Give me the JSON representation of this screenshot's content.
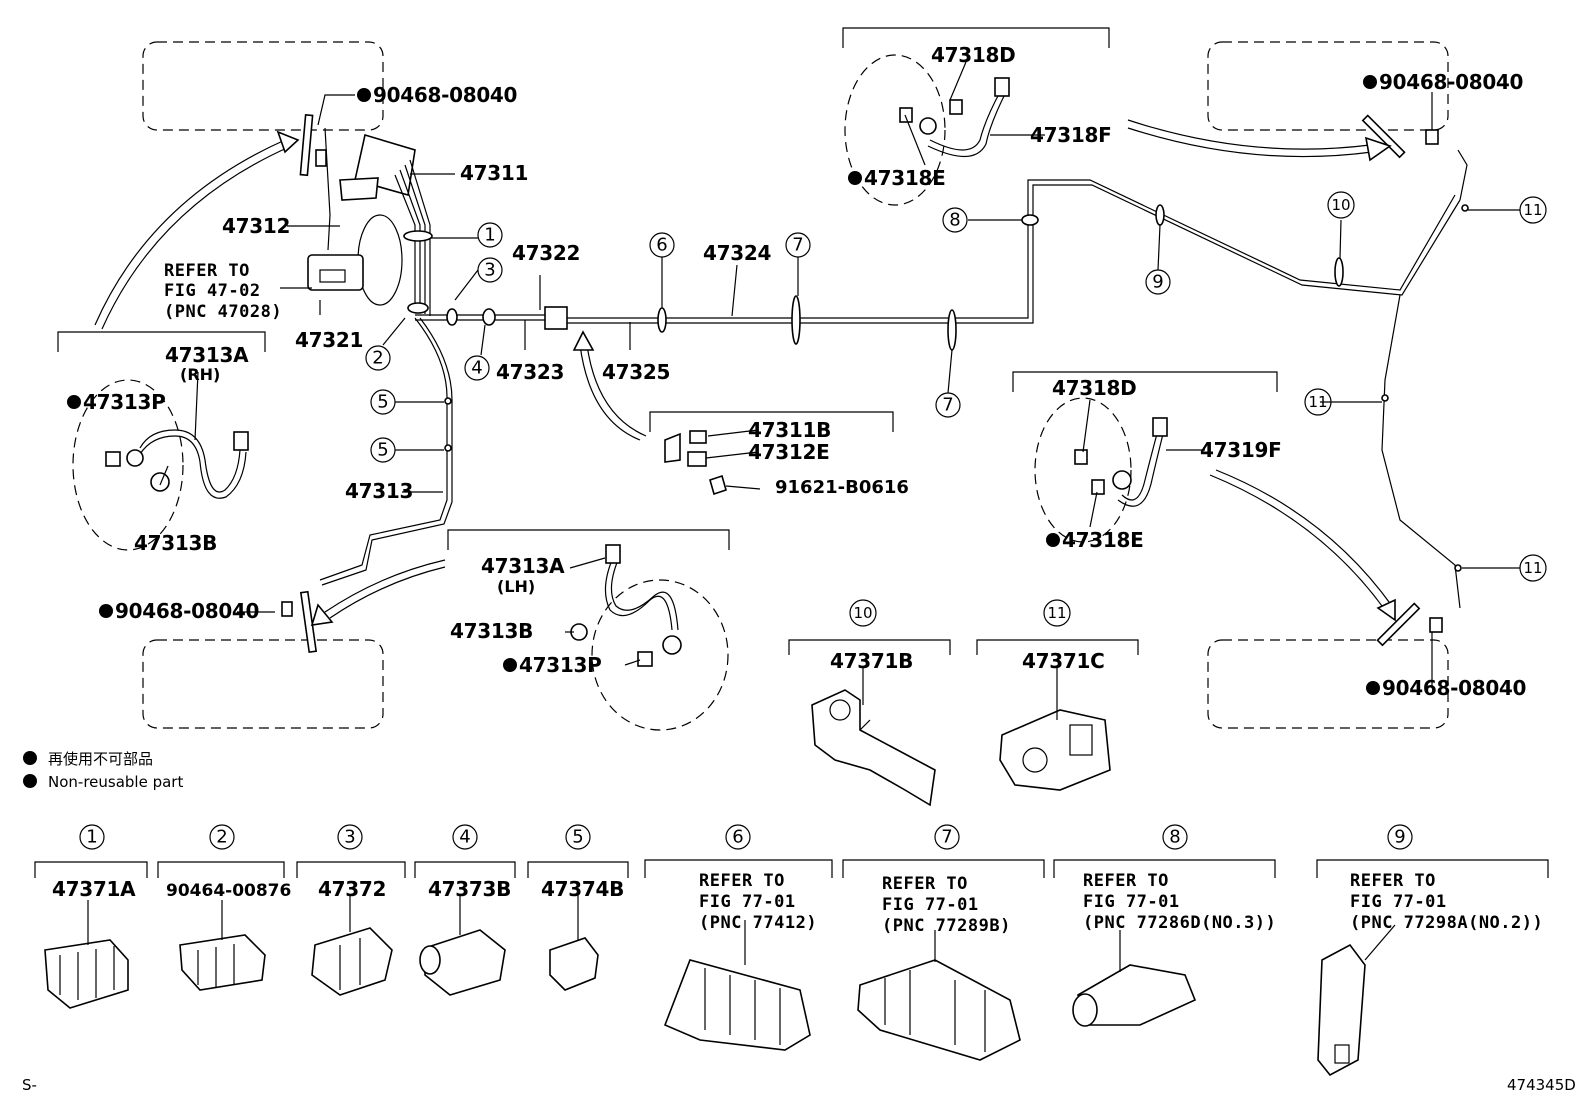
{
  "labels": {
    "p90468_a": "90468-08040",
    "p90468_b": "90468-08040",
    "p90468_c": "90468-08040",
    "p90468_d": "90468-08040",
    "p47311": "47311",
    "p47312": "47312",
    "ref_a_1": "REFER TO",
    "ref_a_2": "FIG 47-02",
    "ref_a_3": "(PNC 47028)",
    "p47321": "47321",
    "p47322": "47322",
    "p47323": "47323",
    "p47324": "47324",
    "p47325": "47325",
    "p47313": "47313",
    "p47313A_rh": "47313A",
    "rh": "(RH)",
    "p47313P_rh": "47313P",
    "p47313B_rh": "47313B",
    "p47313A_lh": "47313A",
    "lh": "(LH)",
    "p47313B_lh": "47313B",
    "p47313P_lh": "47313P",
    "p47318D_top": "47318D",
    "p47318F": "47318F",
    "p47318E_top": "47318E",
    "p47311B": "47311B",
    "p47312E": "47312E",
    "p91621": "91621-B0616",
    "p47318D_mid": "47318D",
    "p47319F": "47319F",
    "p47318E_mid": "47318E",
    "p47371B": "47371B",
    "p47371C": "47371C",
    "legend_jp": "再使用不可部品",
    "legend_en": "Non-reusable part",
    "bottom_47371A": "47371A",
    "bottom_90464": "90464-00876",
    "bottom_47372": "47372",
    "bottom_47373B": "47373B",
    "bottom_47374B": "47374B",
    "ref6_1": "REFER TO",
    "ref6_2": "FIG 77-01",
    "ref6_3": "(PNC 77412)",
    "ref7_1": "REFER TO",
    "ref7_2": "FIG 77-01",
    "ref7_3": "(PNC 77289B)",
    "ref8_1": "REFER TO",
    "ref8_2": "FIG 77-01",
    "ref8_3": "(PNC 77286D(NO.3))",
    "ref9_1": "REFER TO",
    "ref9_2": "FIG 77-01",
    "ref9_3": "(PNC 77298A(NO.2))",
    "corner_left": "S-",
    "corner_right": "474345D"
  },
  "callouts": [
    "1",
    "2",
    "3",
    "4",
    "5",
    "6",
    "7",
    "8",
    "9",
    "10",
    "11"
  ]
}
